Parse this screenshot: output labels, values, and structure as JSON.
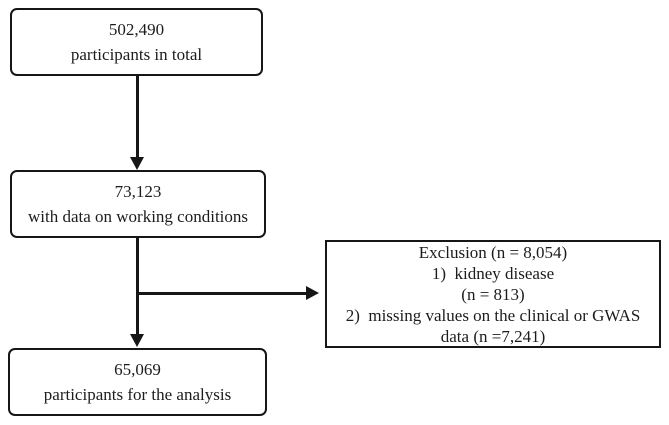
{
  "diagram": {
    "boxes": {
      "total": {
        "count": "502,490",
        "label": "participants in total"
      },
      "working": {
        "count": "73,123",
        "label": "with data on working conditions"
      },
      "exclusion": {
        "lines": [
          "Exclusion (n = 8,054)",
          "1)  kidney disease",
          "(n = 813)",
          "2)  missing values on the clinical or GWAS",
          "data (n =7,241)"
        ]
      },
      "analysis": {
        "count": "65,069",
        "label": "participants for the analysis"
      }
    },
    "colors": {
      "border": "#161616",
      "text": "#1c1c1c",
      "background": "#ffffff"
    }
  }
}
